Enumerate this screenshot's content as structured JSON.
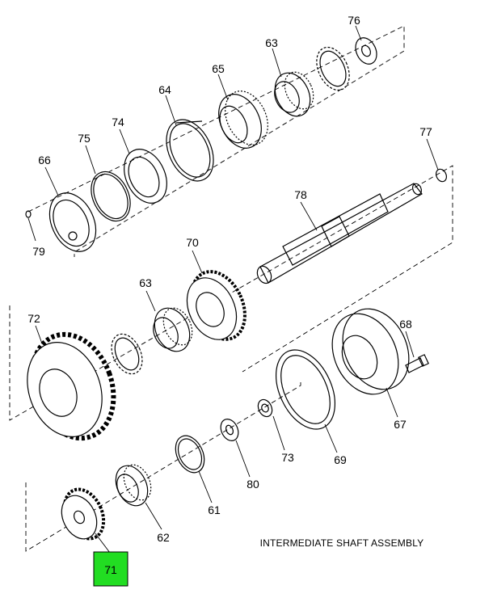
{
  "diagram": {
    "title": "INTERMEDIATE SHAFT ASSEMBLY",
    "highlight_color": "#22dd22",
    "highlighted_part": "71",
    "callouts": [
      {
        "id": "76",
        "label": "76"
      },
      {
        "id": "63a",
        "label": "63"
      },
      {
        "id": "65",
        "label": "65"
      },
      {
        "id": "64",
        "label": "64"
      },
      {
        "id": "74",
        "label": "74"
      },
      {
        "id": "75",
        "label": "75"
      },
      {
        "id": "66",
        "label": "66"
      },
      {
        "id": "79",
        "label": "79"
      },
      {
        "id": "77",
        "label": "77"
      },
      {
        "id": "78",
        "label": "78"
      },
      {
        "id": "70",
        "label": "70"
      },
      {
        "id": "63b",
        "label": "63"
      },
      {
        "id": "72",
        "label": "72"
      },
      {
        "id": "68",
        "label": "68"
      },
      {
        "id": "67",
        "label": "67"
      },
      {
        "id": "69",
        "label": "69"
      },
      {
        "id": "73",
        "label": "73"
      },
      {
        "id": "80",
        "label": "80"
      },
      {
        "id": "61",
        "label": "61"
      },
      {
        "id": "62",
        "label": "62"
      },
      {
        "id": "71",
        "label": "71"
      }
    ]
  }
}
